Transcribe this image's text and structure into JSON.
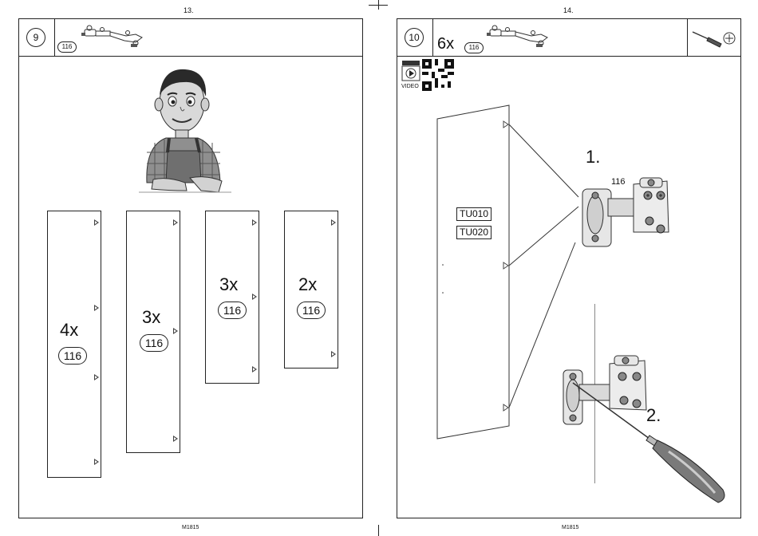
{
  "left_page": {
    "page_number": "13.",
    "step_number": "9",
    "header_badge": "116",
    "panels": [
      {
        "qty": "4x",
        "part": "116"
      },
      {
        "qty": "3x",
        "part": "116"
      },
      {
        "qty": "3x",
        "part": "116"
      },
      {
        "qty": "2x",
        "part": "116"
      }
    ],
    "footer": "M1815"
  },
  "right_page": {
    "page_number": "14.",
    "step_number": "10",
    "header_qty": "6x",
    "header_badge": "116",
    "video_label": "VIDEO",
    "panel_codes": [
      "TU010",
      "TU020"
    ],
    "step_one": "1.",
    "step_two": "2.",
    "hinge_part": "116",
    "footer": "M1815"
  }
}
